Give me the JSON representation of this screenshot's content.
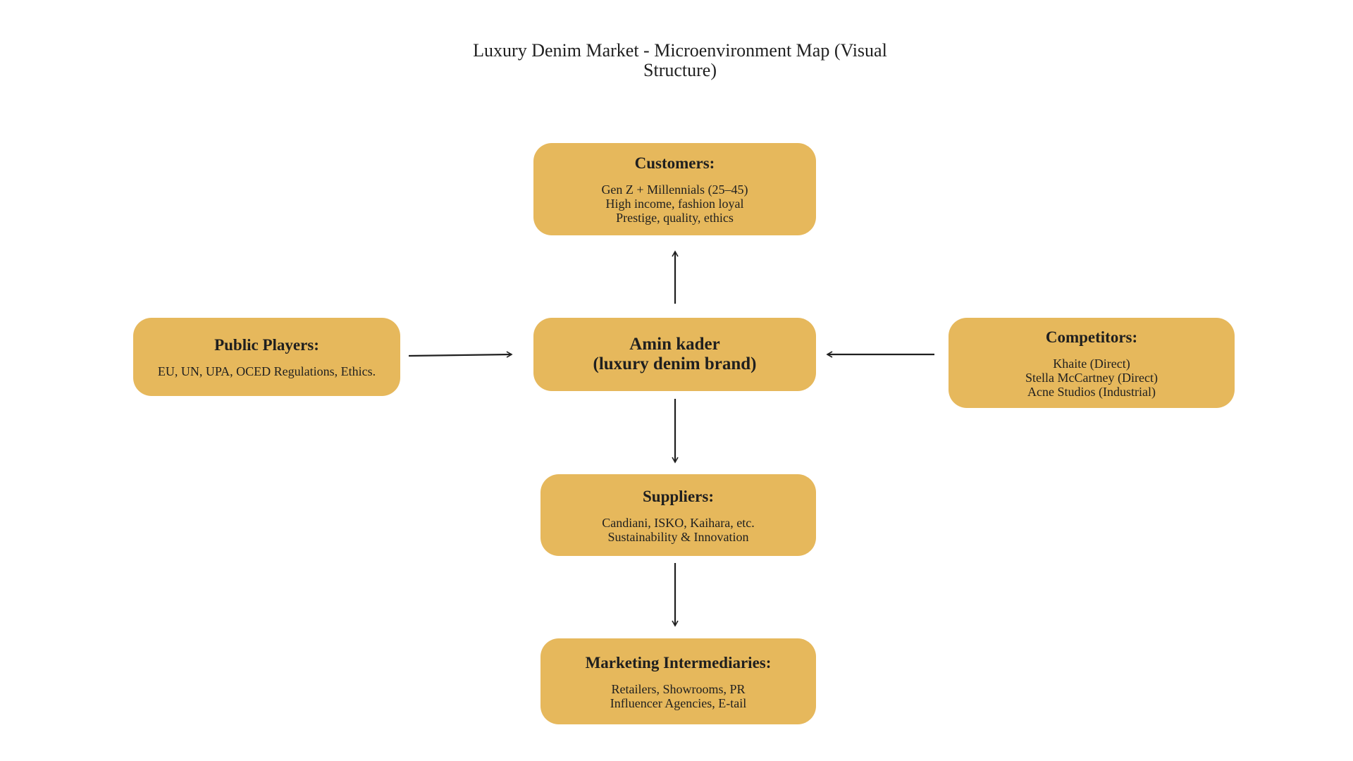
{
  "title": "Luxury Denim Market - Microenvironment Map (Visual Structure)",
  "colors": {
    "node_fill": "#e6b85c",
    "arrow": "#1f1f1f",
    "text": "#1f1f1f",
    "background": "#ffffff"
  },
  "nodes": {
    "customers": {
      "heading": "Customers:",
      "lines": "Gen Z + Millennials (25–45)\nHigh income, fashion loyal\n     Prestige, quality, ethics"
    },
    "public_players": {
      "heading": "Public Players:",
      "lines": "EU, UN, UPA, OCED Regulations, Ethics."
    },
    "center": {
      "heading": "Amin kader\n(luxury denim brand)"
    },
    "competitors": {
      "heading": "Competitors:",
      "lines": "Khaite (Direct)\nStella McCartney (Direct)\nAcne Studios (Industrial)"
    },
    "suppliers": {
      "heading": "Suppliers:",
      "lines": "Candiani, ISKO, Kaihara, etc.\nSustainability & Innovation"
    },
    "intermediaries": {
      "heading": "Marketing Intermediaries:",
      "lines": "Retailers, Showrooms, PR\nInfluencer Agencies, E-tail"
    }
  },
  "edges": [
    {
      "from": "center",
      "to": "customers"
    },
    {
      "from": "public_players",
      "to": "center"
    },
    {
      "from": "competitors",
      "to": "center"
    },
    {
      "from": "center",
      "to": "suppliers"
    },
    {
      "from": "suppliers",
      "to": "intermediaries"
    }
  ]
}
